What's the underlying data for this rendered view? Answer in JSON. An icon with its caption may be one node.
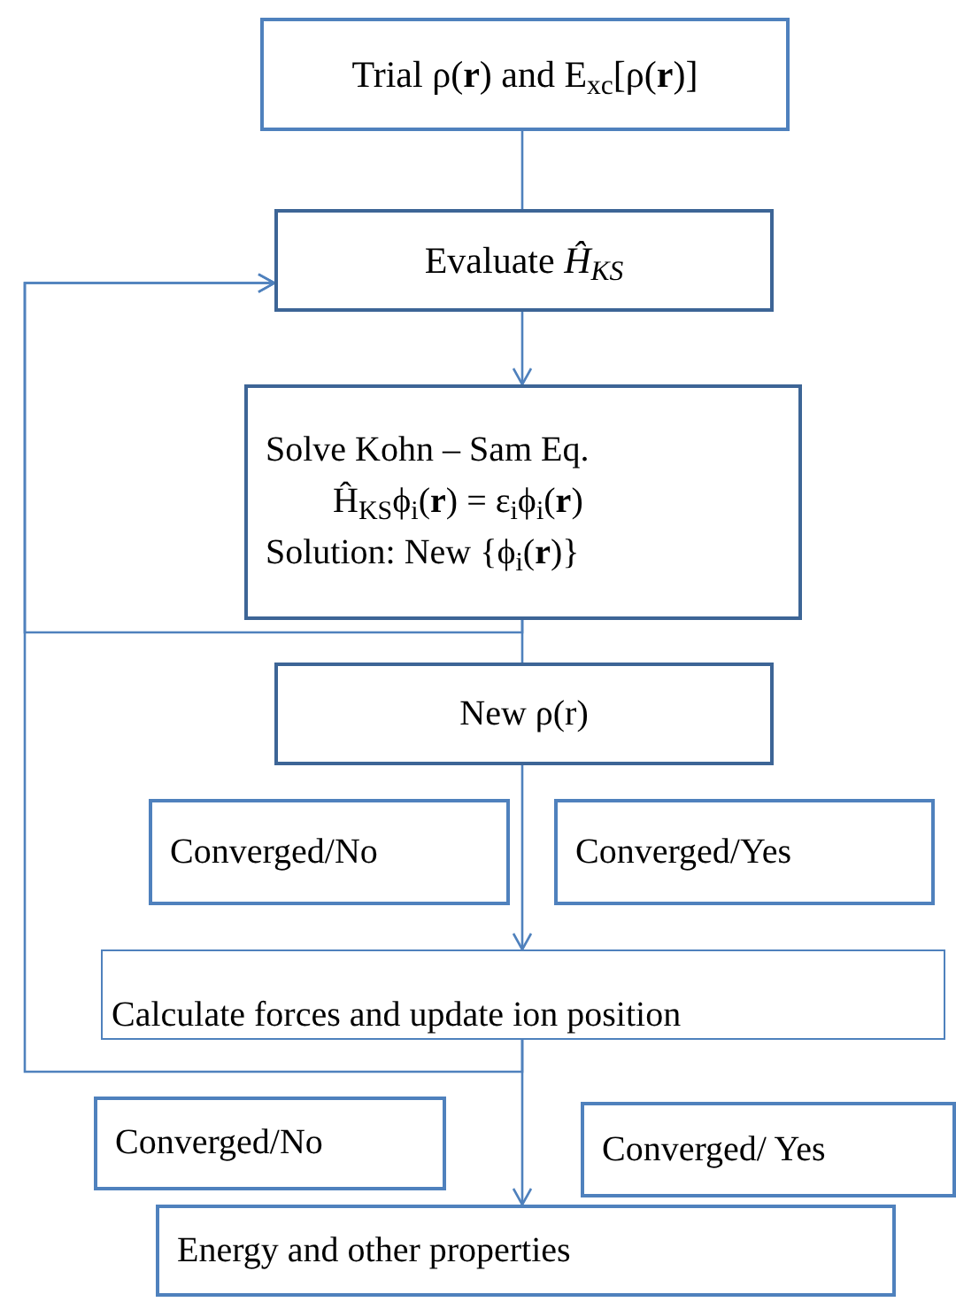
{
  "diagram": {
    "nodes": [
      {
        "text": [
          "Trial ρ(**r**) and E$_{xc}$[ρ(**r**)]"
        ]
      },
      {
        "text": [
          "Evaluate *Ĥ*$_{KS}$"
        ]
      },
      {
        "text": [
          "Solve Kohn – Sam Eq.",
          "Ĥ$_{KS}$ϕ$_{i}$(**r**) = ε$_{i}$ϕ$_{i}$(**r**)",
          "Solution: New {ϕ$_{i}$(**r**)}"
        ]
      },
      {
        "text": [
          "New ρ(r)"
        ]
      },
      {
        "text": [
          "Converged/No"
        ]
      },
      {
        "text": [
          "Converged/Yes"
        ]
      },
      {
        "text": [
          "Calculate forces and update ion position"
        ]
      },
      {
        "text": [
          "Converged/No"
        ]
      },
      {
        "text": [
          "Converged/ Yes"
        ]
      },
      {
        "text": [
          "Energy and other properties"
        ]
      }
    ],
    "edges": [
      {
        "from": 0,
        "to": 1,
        "arrow": "none"
      },
      {
        "from": 1,
        "to": 2,
        "arrow": "to"
      },
      {
        "from": 2,
        "to": 3,
        "arrow": "none"
      },
      {
        "from": 2,
        "to": 1,
        "arrow": "to"
      },
      {
        "from": 3,
        "to": 6,
        "arrow": "to"
      },
      {
        "from": 6,
        "to": 1,
        "arrow": "to"
      },
      {
        "from": 6,
        "to": 9,
        "arrow": "to"
      }
    ]
  }
}
